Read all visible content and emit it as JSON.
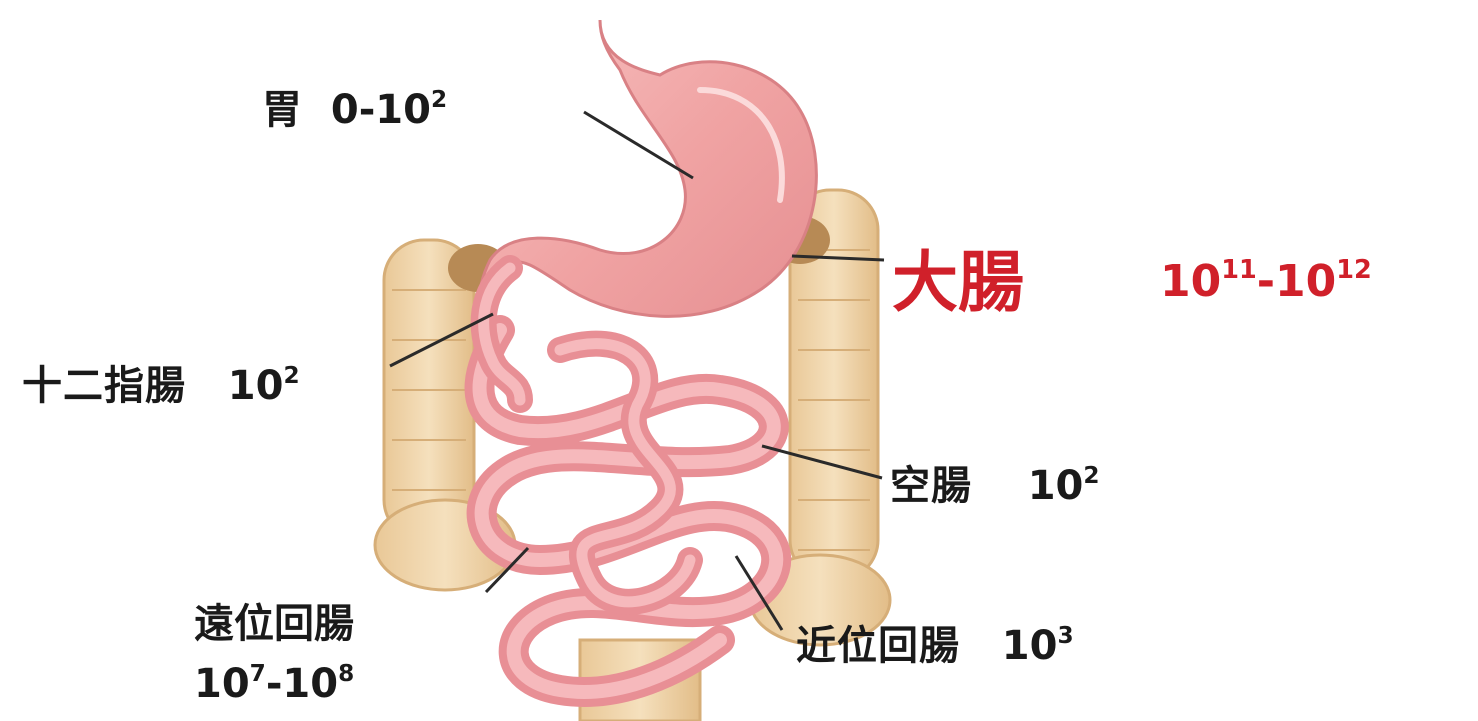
{
  "labels": {
    "stomach": {
      "name": "胃",
      "base": "0-10",
      "exp": "2"
    },
    "duodenum": {
      "name": "十二指腸",
      "base": "10",
      "exp": "2"
    },
    "large_intestine": {
      "name": "大腸",
      "base1": "10",
      "exp1": "11",
      "sep": "-",
      "base2": "10",
      "exp2": "12"
    },
    "jejunum": {
      "name": "空腸",
      "base": "10",
      "exp": "2"
    },
    "distal_ileum": {
      "name": "遠位回腸",
      "base1": "10",
      "exp1": "7",
      "sep": "-",
      "base2": "10",
      "exp2": "8"
    },
    "proximal_ileum": {
      "name": "近位回腸",
      "base": "10",
      "exp": "3"
    }
  },
  "colors": {
    "text": "#1a1a1a",
    "highlight": "#d0202a",
    "stomach": "#f0a3a3",
    "small_intestine": "#ee9a9f",
    "large_intestine": "#efd3a8",
    "leader_line": "#2a2a2a"
  }
}
